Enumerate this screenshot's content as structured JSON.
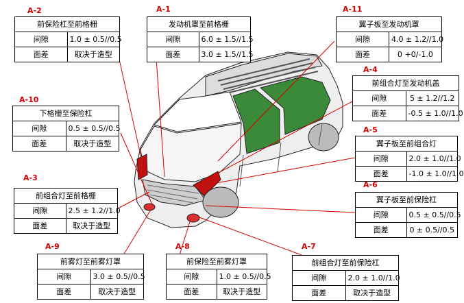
{
  "accent_color": "#d40000",
  "row_labels": {
    "gap": "间隙",
    "flush": "面差"
  },
  "specs": {
    "a2": {
      "id": "A-2",
      "title": "前保险杠至前格栅",
      "gap": "1.0 ± 0.5//0.5",
      "flush": "取决于造型"
    },
    "a1": {
      "id": "A-1",
      "title": "发动机罩至前格栅",
      "gap": "6.0 ± 1.5//1.5",
      "flush": "3.0 ± 1.5//1.5"
    },
    "a11": {
      "id": "A-11",
      "title": "翼子板至发动机罩",
      "gap": "4.0 ± 1.2//1.0",
      "flush": "0 +0/-1.0"
    },
    "a4": {
      "id": "A-4",
      "title": "前组合灯至发动机盖",
      "gap": "5 ± 1.2//1.2",
      "flush": "-0.5 ± 1.0//1.0"
    },
    "a10": {
      "id": "A-10",
      "title": "下格栅至保险杠",
      "gap": "0.5 ± 0.5//0.5",
      "flush": "取决于造型"
    },
    "a5": {
      "id": "A-5",
      "title": "翼子板至前组合灯",
      "gap": "2.0 ± 1.0//1.0",
      "flush": "-1.0 ± 1.0//1.0"
    },
    "a3": {
      "id": "A-3",
      "title": "前组合灯至前格栅",
      "gap": "2.5 ± 1.2//1.0",
      "flush": "取决于造型"
    },
    "a6": {
      "id": "A-6",
      "title": "翼子板至前保险杠",
      "gap": "0.5 ± 0.5//0.5",
      "flush": "0 ± 0.5//0.5"
    },
    "a9": {
      "id": "A-9",
      "title": "前雾灯至前雾灯罩",
      "gap": "3.0 ± 0.5//0.5",
      "flush": "取决于造型"
    },
    "a8": {
      "id": "A-8",
      "title": "前保险至前雾灯罩",
      "gap": "1.0 ± 0.5//0.5",
      "flush": "取决于造型"
    },
    "a7": {
      "id": "A-7",
      "title": "前组合灯至前保险杠",
      "gap": "2.0 ± 1.0//1.0",
      "flush": "取决于造型"
    }
  }
}
